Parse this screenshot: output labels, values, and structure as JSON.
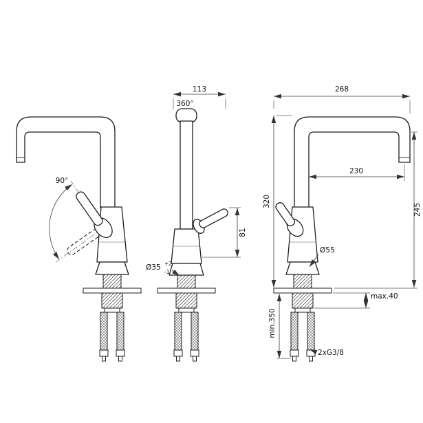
{
  "page": {
    "background": "#ffffff"
  },
  "drawing": {
    "product": "single-lever-kitchen-mixer-dimensional-drawing",
    "views": {
      "side_left": {
        "swivel_angle_label": "90°"
      },
      "front": {
        "top_width_label": "113",
        "spout_rotation_label": "360°",
        "handle_height_label": "81",
        "base_diameter_label": "Ø35",
        "base_tolerance_upper": "+2",
        "base_tolerance_lower": "-1"
      },
      "side_right": {
        "spout_reach_overall_label": "268",
        "spout_reach_label": "230",
        "spout_height_label": "320",
        "outlet_height_label": "245",
        "body_diameter_label": "Ø55",
        "max_deck_thickness_label": "max.40",
        "min_hose_length_label": "min.350",
        "connection_label": "2xG3/8"
      }
    }
  }
}
